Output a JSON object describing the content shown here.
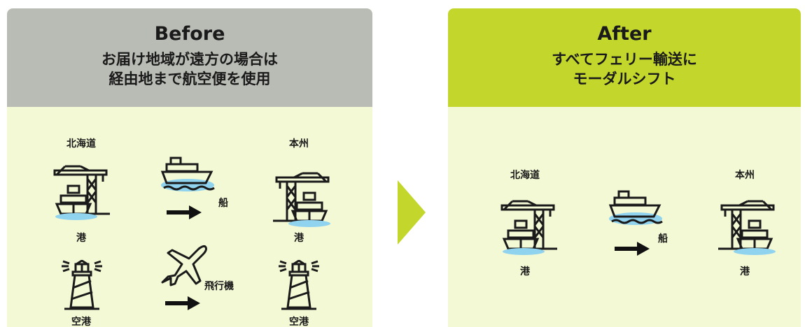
{
  "before": {
    "title": "Before",
    "subtitle_lines": [
      "お届け地域が遠方の場合は",
      "経由地まで航空便を使用"
    ],
    "origin_label": "北海道",
    "destination_label": "本州",
    "sea_route": {
      "mode_label": "船",
      "endpoint_label": "港"
    },
    "air_route": {
      "mode_label": "飛行機",
      "endpoint_label": "空港"
    }
  },
  "after": {
    "title": "After",
    "subtitle_lines": [
      "すべてフェリー輸送に",
      "モーダルシフト"
    ],
    "origin_label": "北海道",
    "destination_label": "本州",
    "sea_route": {
      "mode_label": "船",
      "endpoint_label": "港"
    }
  },
  "colors": {
    "before_header": "#b9bcb5",
    "after_header": "#c3d62c",
    "panel_background": "#f4f9d5",
    "water": "#8fd3ef",
    "transition_arrow": "#c3d62c"
  },
  "icons": [
    "crane-port-icon",
    "ship-icon",
    "airplane-icon",
    "lighthouse-icon",
    "right-arrow-icon",
    "chevron-right-icon"
  ]
}
